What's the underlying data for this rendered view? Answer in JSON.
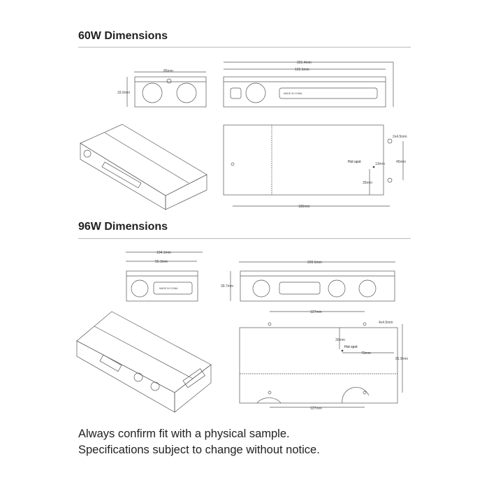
{
  "sections": [
    {
      "title": "60W Dimensions",
      "labels": {
        "end_width": "85mm",
        "end_height": "33.6mm",
        "overall_length": "201.4mm",
        "body_length": "192.6mm",
        "stamp": "MADE IN CHINA",
        "mount_holes": "2x4.5mm",
        "hot_spot": "Hot spot",
        "hot_x": "13mm",
        "hole_spacing": "45mm",
        "hot_y": "35mm",
        "hole_span": "186mm"
      }
    },
    {
      "title": "96W Dimensions",
      "labels": {
        "end_width": "104.1mm",
        "end_inner": "95.3mm",
        "stamp": "MADE IN CHINA",
        "overall_length": "209.6mm",
        "height": "39.7mm",
        "hole_span_top": "127mm",
        "mount_holes": "4x4.5mm",
        "hot_y": "30mm",
        "hot_spot": "Hot spot",
        "hot_x": "70mm",
        "width": "91.9mm",
        "hole_span_bottom": "127mm"
      }
    }
  ],
  "notes": [
    "Always confirm fit with a physical sample.",
    "Specifications subject to change without notice."
  ]
}
